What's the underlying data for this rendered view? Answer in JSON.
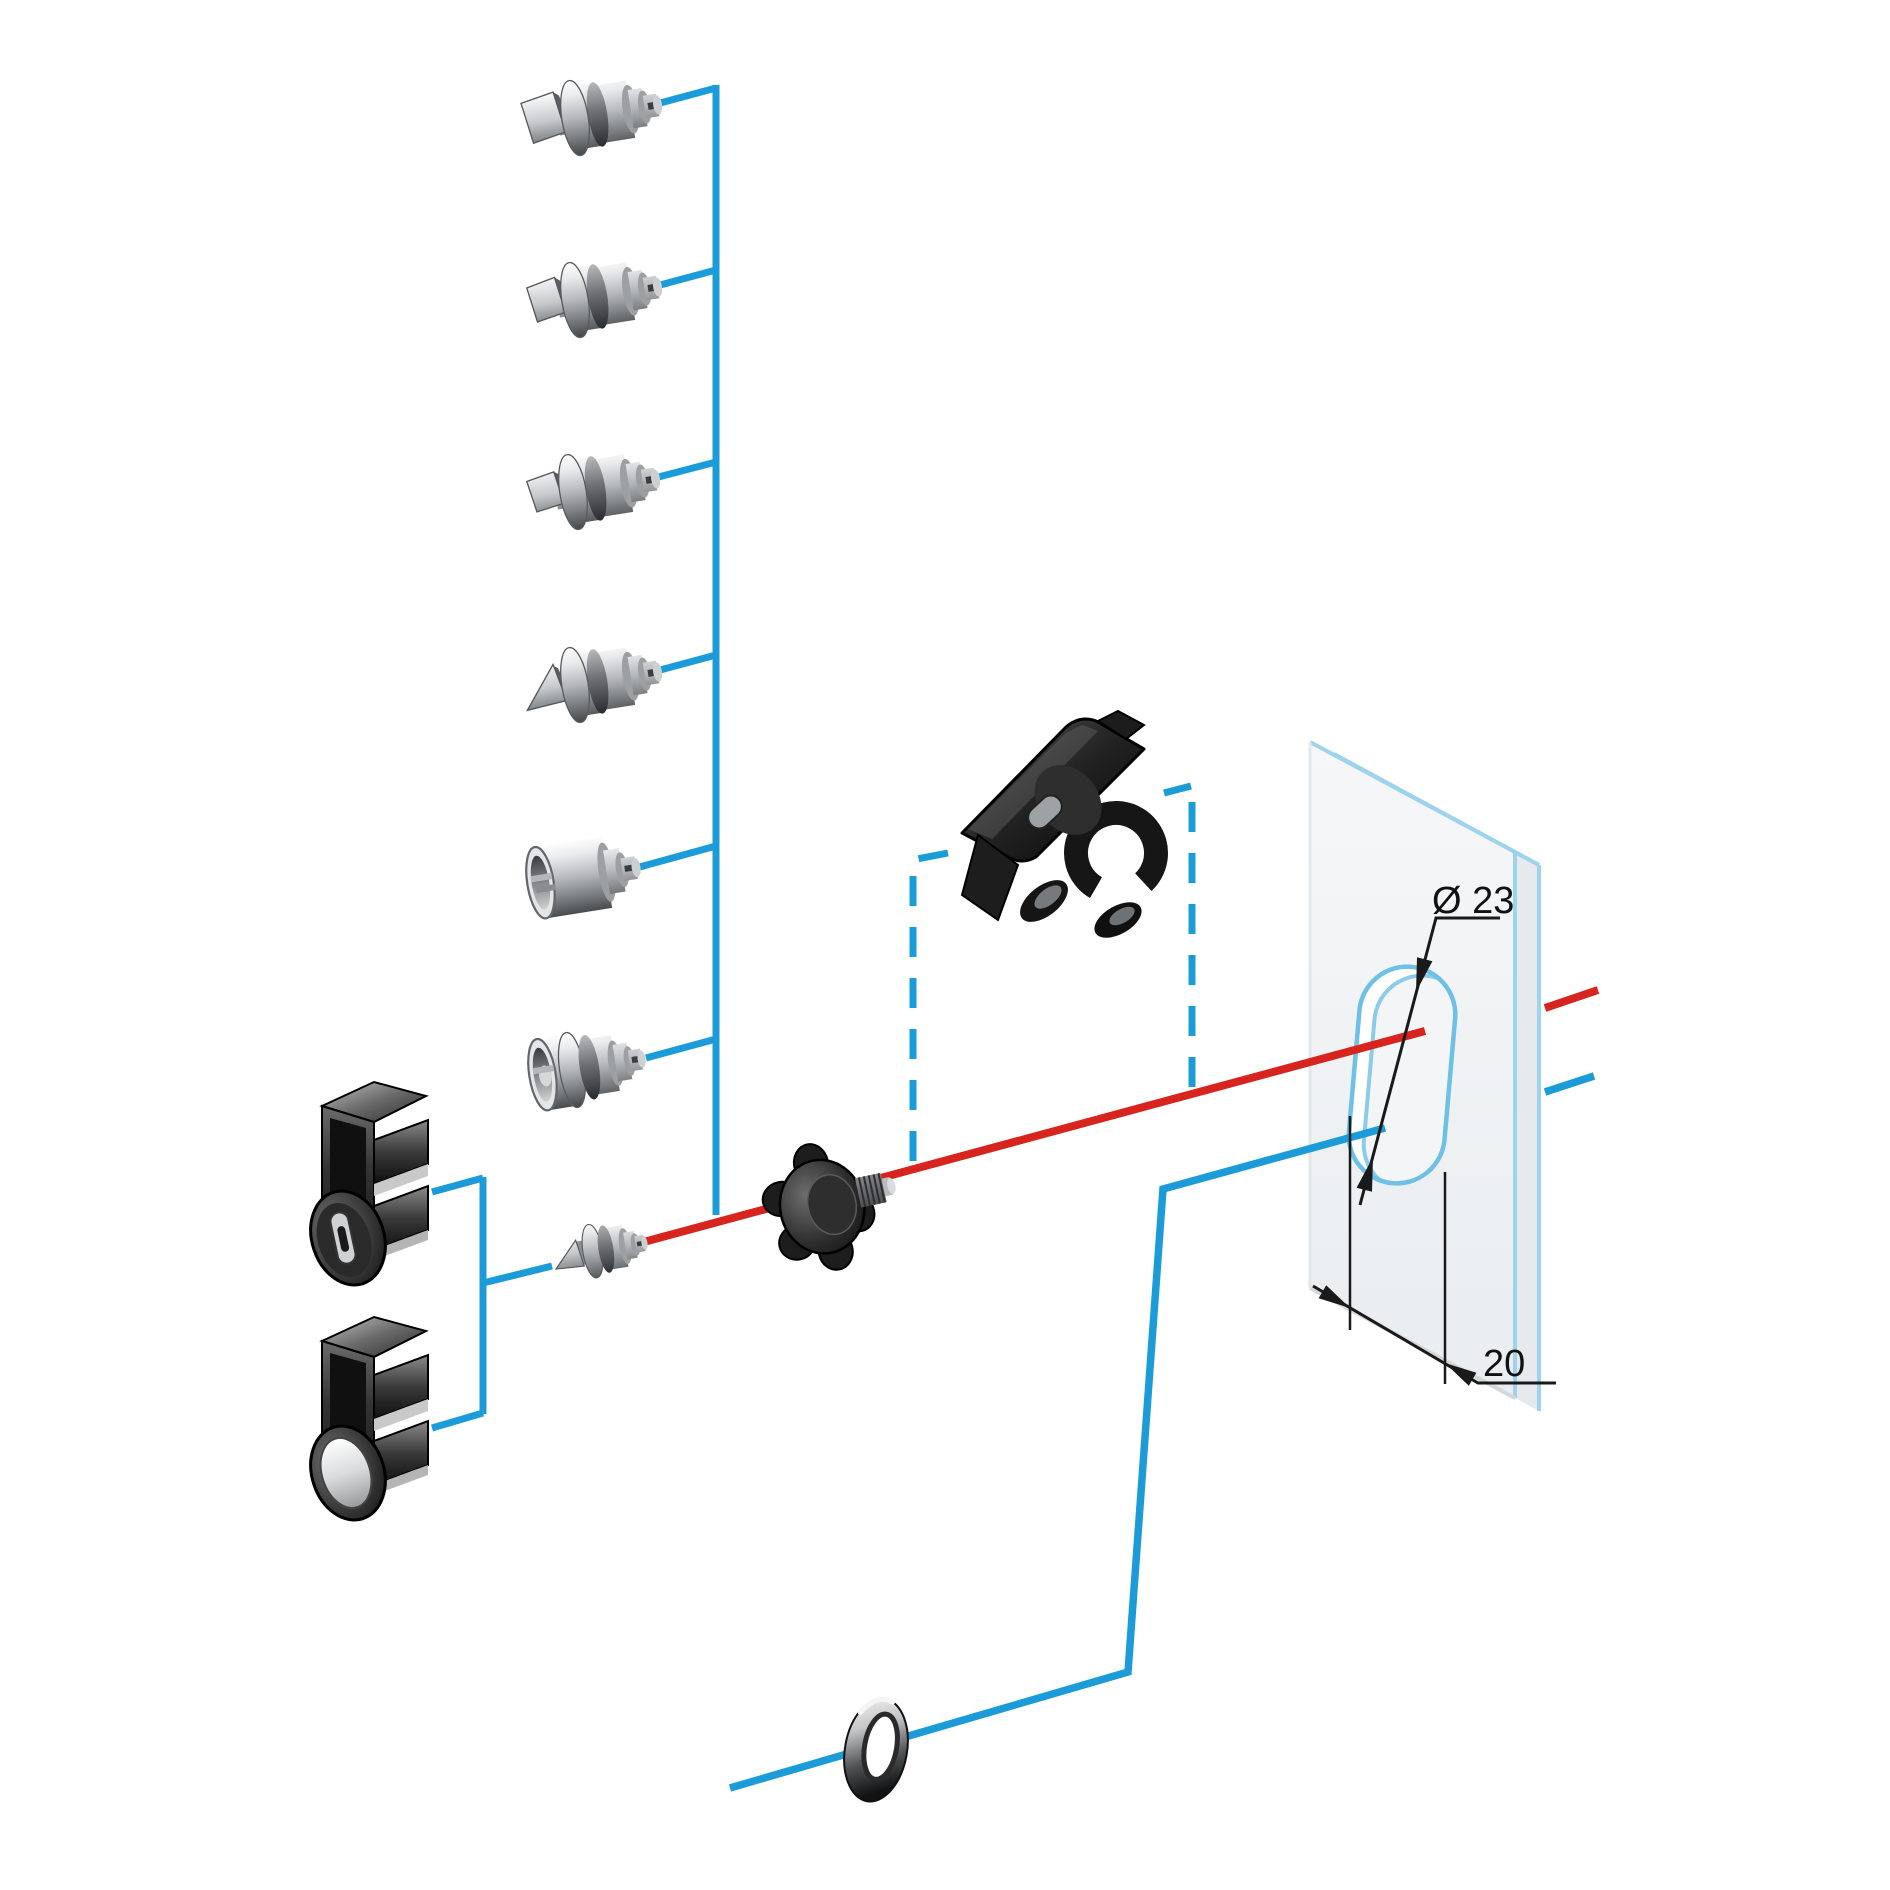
{
  "diagram": {
    "type": "exploded-assembly-technical-diagram",
    "background": "#ffffff",
    "dimension_labels": {
      "hole_diameter": "Ø 23",
      "hole_width": "20"
    },
    "colors": {
      "guide_blue": "#1b9cd8",
      "axis_red": "#d8241f",
      "dashed_blue": "#1b9cd8",
      "dimension_black": "#1a1a1a",
      "panel_edge_cyan": "#8ccbe9",
      "panel_fill": "#f2f4f5",
      "metal_light": "#e9ebec",
      "metal_dark": "#44474a",
      "plastic_black": "#141414"
    },
    "parts": [
      {
        "id": "insert-square-large",
        "name": "lock insert - large square male head"
      },
      {
        "id": "insert-square-medium",
        "name": "lock insert - square male head"
      },
      {
        "id": "insert-square-small",
        "name": "lock insert - small square male head"
      },
      {
        "id": "insert-triangle",
        "name": "lock insert - triangular male head"
      },
      {
        "id": "insert-socket",
        "name": "lock insert - cylinder socket head"
      },
      {
        "id": "insert-socket-flanged",
        "name": "lock insert - flanged cylinder socket head"
      },
      {
        "id": "insert-cone",
        "name": "lock insert - cone tip adapter"
      },
      {
        "id": "lock-keyed",
        "name": "key lock barrel with keyway"
      },
      {
        "id": "lock-plain",
        "name": "key lock barrel with cover"
      },
      {
        "id": "wing-knob",
        "name": "black wing knob"
      },
      {
        "id": "retaining-clip",
        "name": "plastic retaining clip"
      },
      {
        "id": "clip-position",
        "name": "clip mounting position outline"
      },
      {
        "id": "mounting-panel",
        "name": "door panel with keyhole cutout"
      },
      {
        "id": "washer",
        "name": "washer"
      }
    ]
  }
}
